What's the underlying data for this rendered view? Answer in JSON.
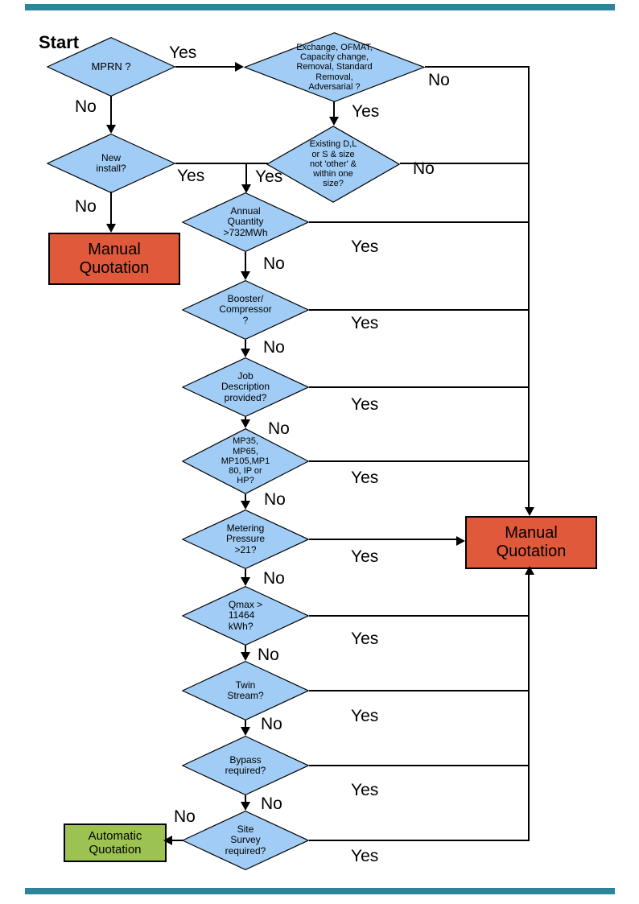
{
  "labels": {
    "start": "Start",
    "yes": "Yes",
    "no": "No"
  },
  "nodes": {
    "mprn": {
      "label": "MPRN ?"
    },
    "exchange": {
      "label": "Exchange, OFMAT,\nCapacity change,\nRemoval, Standard\nRemoval,\nAdversarial ?"
    },
    "new_install": {
      "label": "New\ninstall?"
    },
    "existing": {
      "label": "Existing D,L\nor S & size\nnot 'other' &\nwithin one\nsize?"
    },
    "annual_quantity": {
      "label": "Annual\nQuantity\n>732MWh"
    },
    "booster": {
      "label": "Booster/\nCompressor\n?"
    },
    "job_description": {
      "label": "Job\nDescription\nprovided?"
    },
    "mp_tiers": {
      "label": "MP35,\nMP65,\nMP105,MP1\n80, IP or\nHP?"
    },
    "metering_pressure": {
      "label": "Metering\nPressure\n>21?"
    },
    "qmax": {
      "label": "Qmax >\n11464\nkWh?"
    },
    "twin_stream": {
      "label": "Twin\nStream?"
    },
    "bypass": {
      "label": "Bypass\nrequired?"
    },
    "site_survey": {
      "label": "Site\nSurvey\nrequired?"
    },
    "manual_quotation": {
      "label": "Manual\nQuotation"
    },
    "automatic_quotation": {
      "label": "Automatic\nQuotation"
    }
  },
  "edges": [
    {
      "from": "mprn",
      "to": "exchange",
      "label": "Yes"
    },
    {
      "from": "mprn",
      "to": "new_install",
      "label": "No"
    },
    {
      "from": "exchange",
      "to": "existing",
      "label": "Yes"
    },
    {
      "from": "exchange",
      "to": "manual_quotation",
      "label": "No"
    },
    {
      "from": "new_install",
      "to": "annual_quantity",
      "label": "Yes"
    },
    {
      "from": "new_install",
      "to": "manual_quotation_left",
      "label": "No"
    },
    {
      "from": "existing",
      "to": "annual_quantity",
      "label": "Yes"
    },
    {
      "from": "existing",
      "to": "manual_quotation",
      "label": "No"
    },
    {
      "from": "annual_quantity",
      "to": "manual_quotation",
      "label": "Yes"
    },
    {
      "from": "annual_quantity",
      "to": "booster",
      "label": "No"
    },
    {
      "from": "booster",
      "to": "manual_quotation",
      "label": "Yes"
    },
    {
      "from": "booster",
      "to": "job_description",
      "label": "No"
    },
    {
      "from": "job_description",
      "to": "manual_quotation",
      "label": "Yes"
    },
    {
      "from": "job_description",
      "to": "mp_tiers",
      "label": "No"
    },
    {
      "from": "mp_tiers",
      "to": "manual_quotation",
      "label": "Yes"
    },
    {
      "from": "mp_tiers",
      "to": "metering_pressure",
      "label": "No"
    },
    {
      "from": "metering_pressure",
      "to": "manual_quotation",
      "label": "Yes"
    },
    {
      "from": "metering_pressure",
      "to": "qmax",
      "label": "No"
    },
    {
      "from": "qmax",
      "to": "manual_quotation",
      "label": "Yes"
    },
    {
      "from": "qmax",
      "to": "twin_stream",
      "label": "No"
    },
    {
      "from": "twin_stream",
      "to": "manual_quotation",
      "label": "Yes"
    },
    {
      "from": "twin_stream",
      "to": "bypass",
      "label": "No"
    },
    {
      "from": "bypass",
      "to": "manual_quotation",
      "label": "Yes"
    },
    {
      "from": "bypass",
      "to": "site_survey",
      "label": "No"
    },
    {
      "from": "site_survey",
      "to": "manual_quotation",
      "label": "Yes"
    },
    {
      "from": "site_survey",
      "to": "automatic_quotation",
      "label": "No"
    }
  ],
  "colors": {
    "diamond-fill": "#A0CCF5",
    "manual-fill": "#E0593A",
    "auto-fill": "#9CC351",
    "line": "#000000",
    "bar": "#2E8599"
  }
}
